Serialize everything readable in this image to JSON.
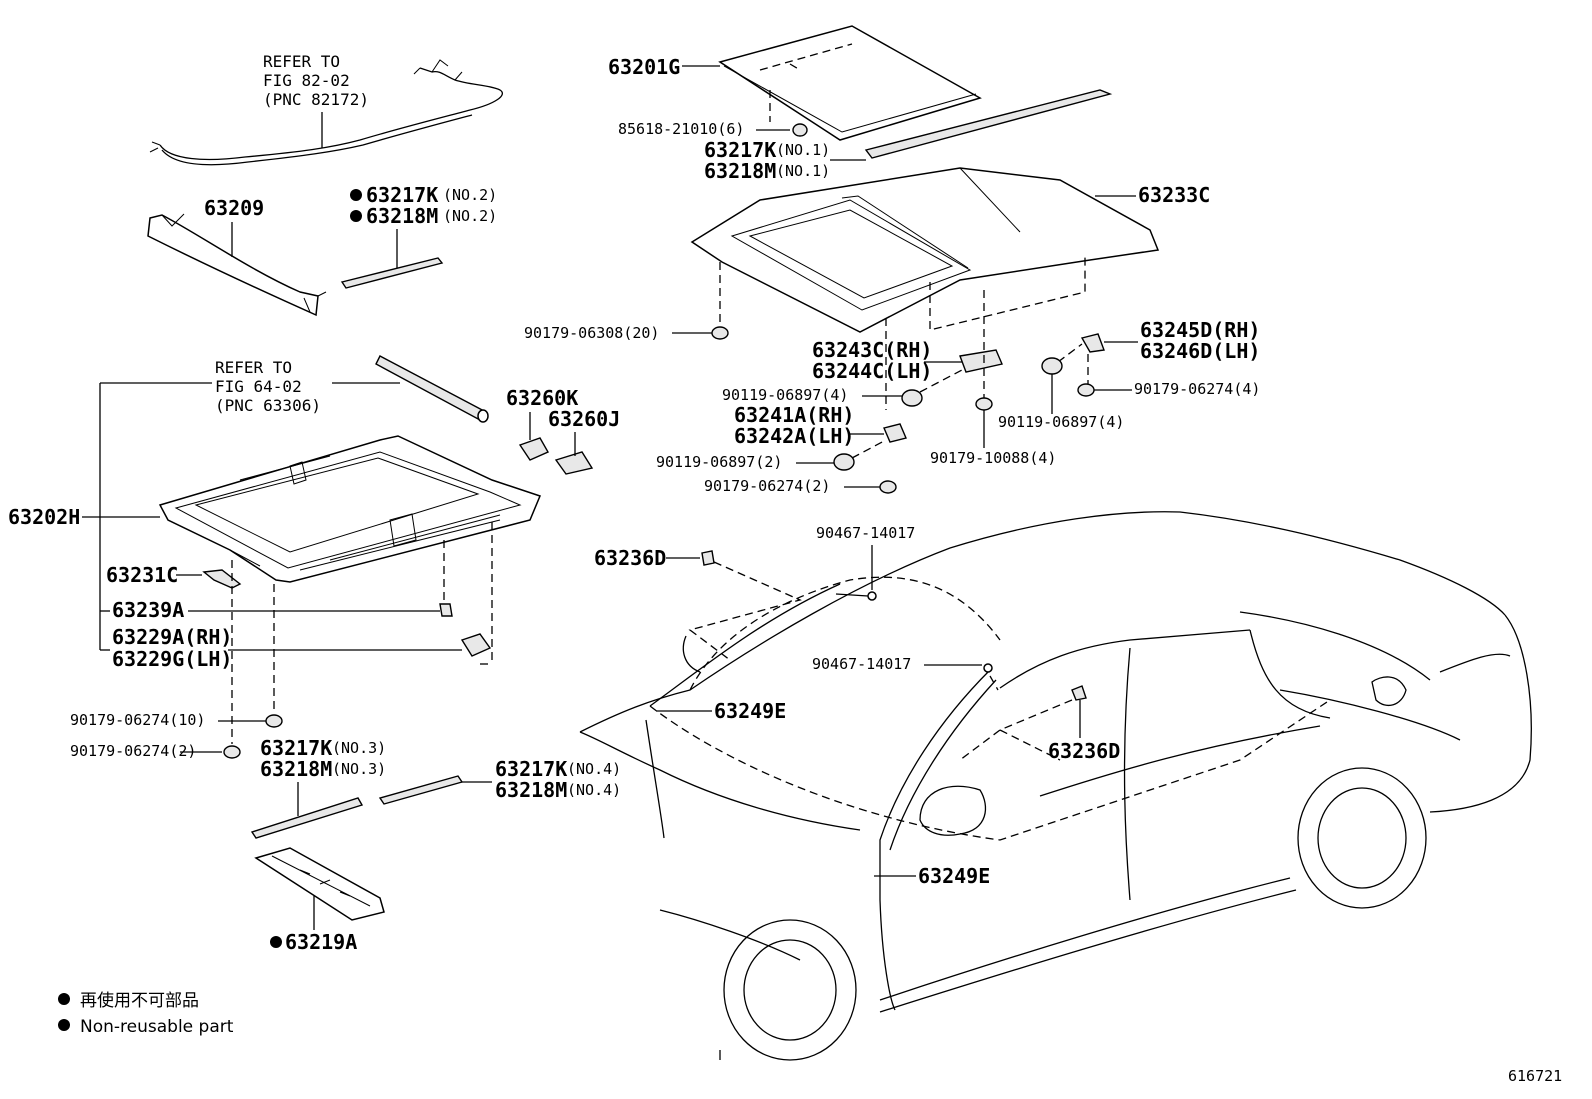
{
  "refs": [
    {
      "lines": [
        "REFER TO",
        "FIG 82-02",
        "(PNC 82172)"
      ]
    },
    {
      "lines": [
        "REFER TO",
        "FIG 64-02",
        "(PNC 63306)"
      ]
    }
  ],
  "callouts": {
    "c63201G": "63201G",
    "c85618": "85618-21010(6)",
    "c63217K_1": "63217K",
    "c63218M_1": "63218M",
    "no1": "(NO.1)",
    "c63233C": "63233C",
    "c63209": "63209",
    "c63217K_2": "63217K",
    "c63218M_2": "63218M",
    "no2": "(NO.2)",
    "c90179_06308": "90179-06308(20)",
    "c63243C": "63243C(RH)",
    "c63244C": "63244C(LH)",
    "c63245D": "63245D(RH)",
    "c63246D": "63246D(LH)",
    "c90119_4a": "90119-06897(4)",
    "c90179_06274_4": "90179-06274(4)",
    "c63241A": "63241A(RH)",
    "c63242A": "63242A(LH)",
    "c90119_4b": "90119-06897(4)",
    "c90119_2": "90119-06897(2)",
    "c90179_10088": "90179-10088(4)",
    "c90179_06274_2a": "90179-06274(2)",
    "c63260K": "63260K",
    "c63260J": "63260J",
    "c63202H": "63202H",
    "c63231C": "63231C",
    "c63239A": "63239A",
    "c63229A": "63229A(RH)",
    "c63229G": "63229G(LH)",
    "c63236D_a": "63236D",
    "c90467_a": "90467-14017",
    "c90467_b": "90467-14017",
    "c63249E_a": "63249E",
    "c63236D_b": "63236D",
    "c63249E_b": "63249E",
    "c90179_06274_10": "90179-06274(10)",
    "c90179_06274_2b": "90179-06274(2)",
    "c63217K_3": "63217K",
    "c63218M_3": "63218M",
    "no3": "(NO.3)",
    "c63217K_4": "63217K",
    "c63218M_4": "63218M",
    "no4": "(NO.4)",
    "c63219A": "63219A"
  },
  "legend": {
    "items": [
      "再使用不可部品",
      "Non-reusable part"
    ]
  },
  "figure_id": "616721"
}
